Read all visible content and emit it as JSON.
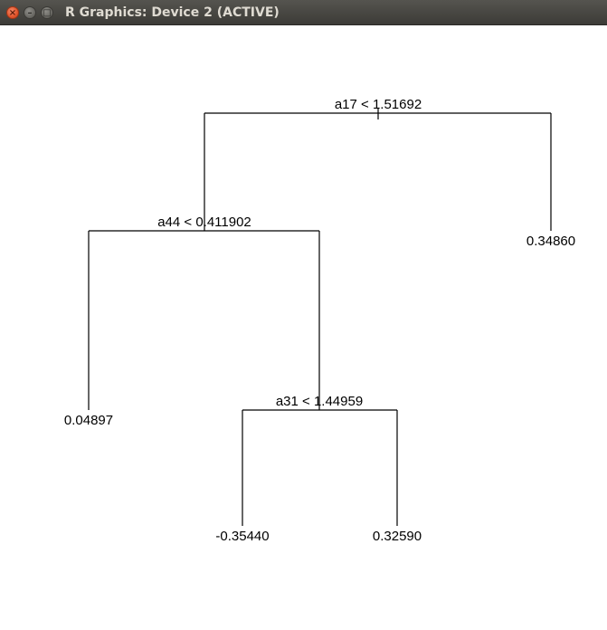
{
  "window": {
    "title": "R Graphics: Device 2 (ACTIVE)",
    "close_icon": "×",
    "minimize_icon": "–",
    "maximize_icon": "□"
  },
  "chart_data": {
    "type": "tree",
    "nodes": [
      {
        "id": "root",
        "label": "a17 < 1.51692",
        "children": [
          "n1",
          "leaf_right"
        ]
      },
      {
        "id": "n1",
        "label": "a44 < 0.411902",
        "children": [
          "leaf_a",
          "n2"
        ]
      },
      {
        "id": "leaf_right",
        "label": "0.34860",
        "children": []
      },
      {
        "id": "leaf_a",
        "label": "0.04897",
        "children": []
      },
      {
        "id": "n2",
        "label": "a31 < 1.44959",
        "children": [
          "leaf_b",
          "leaf_c"
        ]
      },
      {
        "id": "leaf_b",
        "label": "-0.35440",
        "children": []
      },
      {
        "id": "leaf_c",
        "label": "0.32590",
        "children": []
      }
    ],
    "colors": {
      "lines": "#000000",
      "text": "#000000",
      "background": "#ffffff"
    }
  }
}
